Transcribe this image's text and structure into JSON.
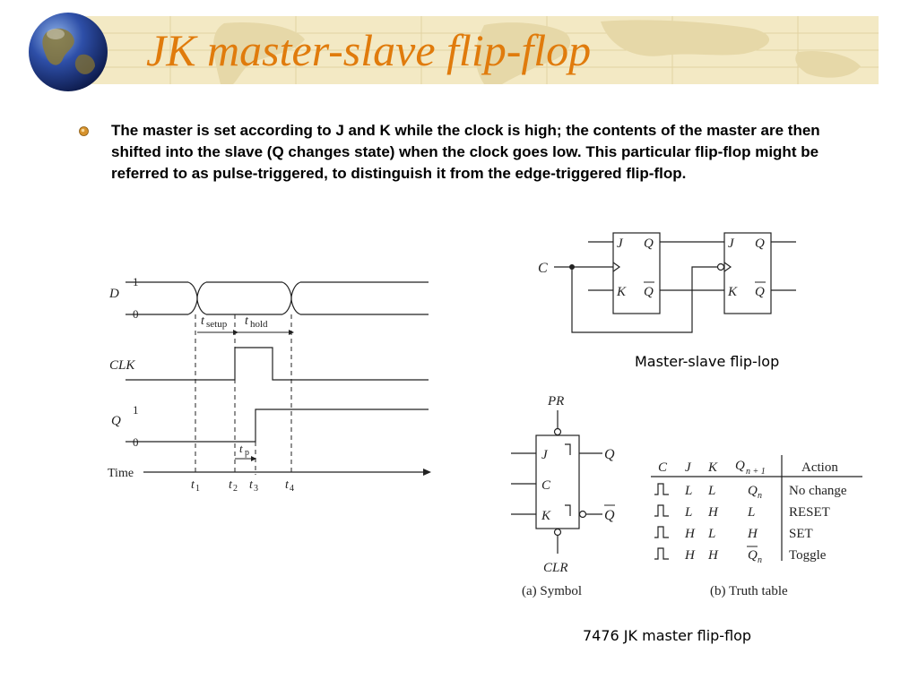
{
  "slide": {
    "title": "JK master-slave flip-flop",
    "bullet_text": "The master is set according to J and K while the clock is high; the contents of the master are then shifted into the slave (Q changes state) when the clock goes low. This particular flip-flop might be referred to as pulse-triggered, to distinguish it from the edge-triggered flip-flop.",
    "caption_master_slave": "Master-slave flip-lop",
    "caption_7476": "7476 JK master flip-flop"
  },
  "timing": {
    "d_label": "D",
    "clk_label": "CLK",
    "q_label": "Q",
    "time_label": "Time",
    "level_1": "1",
    "level_0": "0",
    "t_setup": "setup",
    "t_hold": "hold",
    "t_p": "p",
    "t1": "1",
    "t2": "2",
    "t3": "3",
    "t4": "4"
  },
  "master_slave": {
    "c_label": "C",
    "j": "J",
    "k": "K",
    "q": "Q"
  },
  "symbol": {
    "pr": "PR",
    "clr": "CLR",
    "j": "J",
    "c": "C",
    "k": "K",
    "q": "Q",
    "caption": "(a) Symbol"
  },
  "truth_table": {
    "headers": [
      "C",
      "J",
      "K",
      "Q",
      "Action"
    ],
    "q_subscript": "n + 1",
    "rows": [
      {
        "j": "L",
        "k": "L",
        "q": "Q",
        "q_sub": "n",
        "action": "No change"
      },
      {
        "j": "L",
        "k": "H",
        "q": "L",
        "q_sub": "",
        "action": "RESET"
      },
      {
        "j": "H",
        "k": "L",
        "q": "H",
        "q_sub": "",
        "action": "SET"
      },
      {
        "j": "H",
        "k": "H",
        "q": "Q",
        "q_sub": "n",
        "action": "Toggle"
      }
    ],
    "caption": "(b) Truth table"
  },
  "colors": {
    "title": "#e07b0c",
    "banner": "#f3e9c4"
  }
}
